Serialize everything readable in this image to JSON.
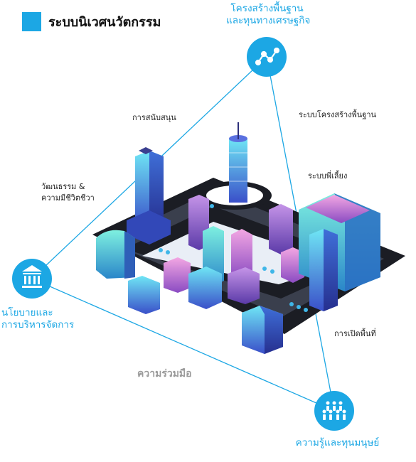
{
  "title": "ระบบนิเวศนวัตกรรม",
  "nodes": {
    "top": {
      "line1": "โครงสร้างพื้นฐาน",
      "line2": "และทุนทางเศรษฐกิจ"
    },
    "left": {
      "line1": "นโยบายและ",
      "line2": "การบริหารจัดการ"
    },
    "bottom": {
      "label": "ความรู้และทุนมนุษย์"
    }
  },
  "edge_labels": {
    "support": "การสนับสนุน",
    "culture_line1": "วัฒนธรรม &",
    "culture_line2": "ความมีชีวิตชีวา",
    "infrastructure": "ระบบโครงสร้างพื้นฐาน",
    "mentoring": "ระบบพี่เลี้ยง",
    "space": "การเปิดพื้นที่",
    "collaboration": "ความร่วมมือ"
  },
  "colors": {
    "accent": "#1ca7e4",
    "title": "#111111",
    "muted": "#9a9a9a",
    "road": "#1b1d24"
  },
  "icons": {
    "top": "network-graph-icon",
    "left": "government-building-icon",
    "bottom": "people-group-icon"
  }
}
